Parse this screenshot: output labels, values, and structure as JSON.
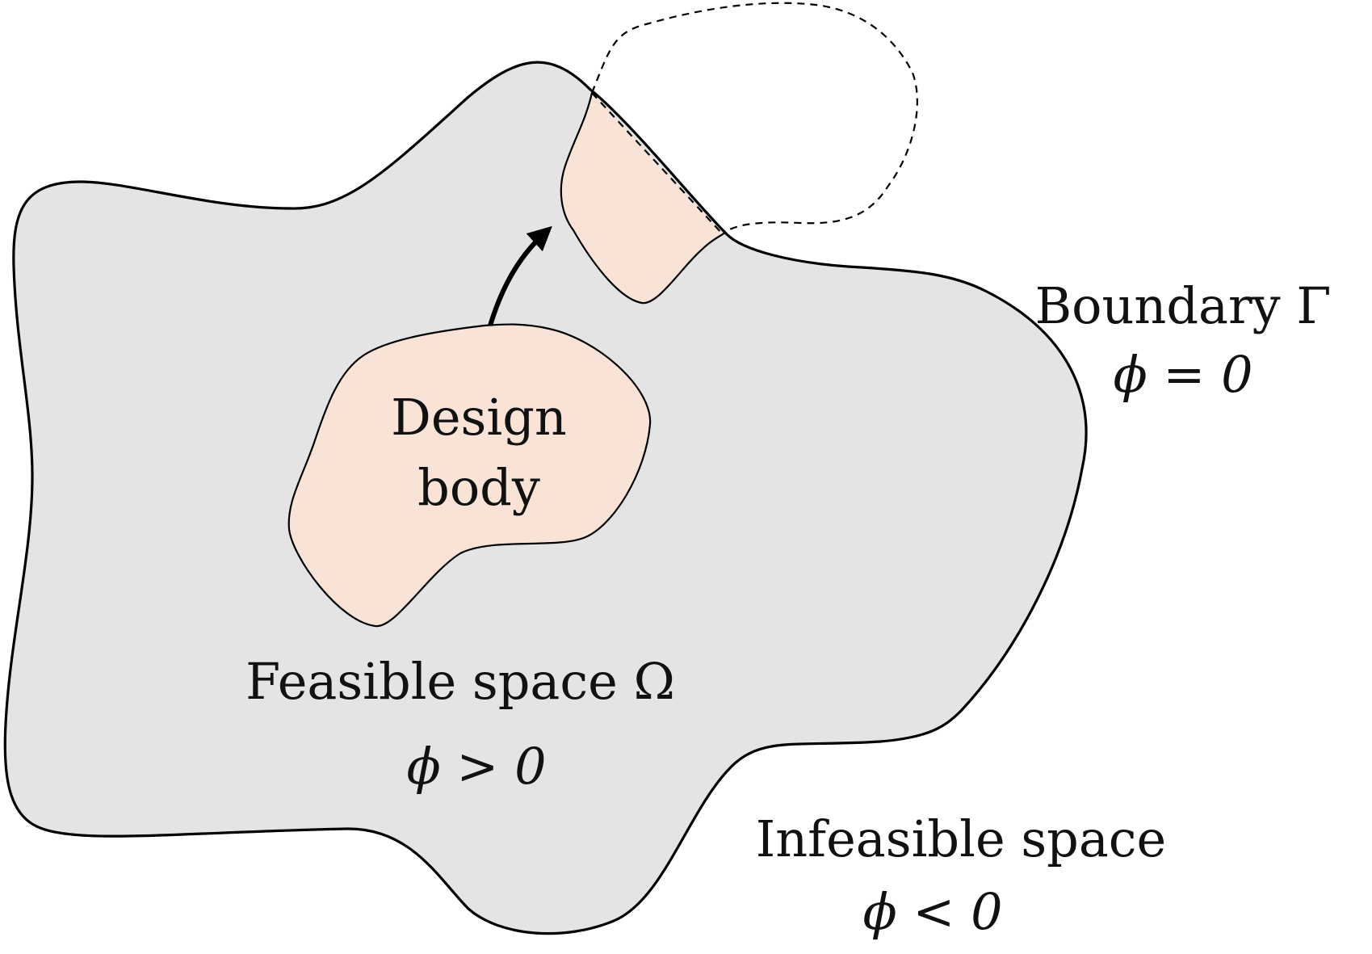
{
  "labels": {
    "design_body_line1": "Design",
    "design_body_line2": "body",
    "feasible_space": "Feasible space Ω",
    "feasible_condition": "ϕ > 0",
    "boundary": "Boundary Γ",
    "boundary_condition": "ϕ = 0",
    "infeasible_space": "Infeasible space",
    "infeasible_condition": "ϕ < 0"
  },
  "colors": {
    "feasible_fill": "#e4e4e4",
    "design_fill": "#f9e3d7",
    "stroke": "#000000",
    "text": "#111111"
  }
}
